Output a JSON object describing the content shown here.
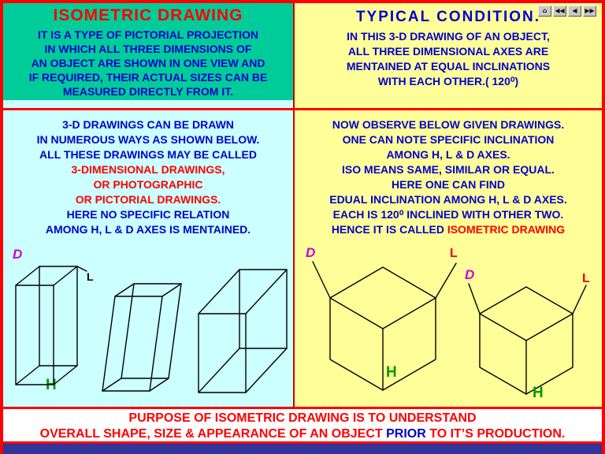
{
  "colors": {
    "slide_border": "#FF0000",
    "green_panel": "#00CC99",
    "yellow_panel": "#FFFF99",
    "cyan_panel": "#CCFFFF",
    "title_red": "#FF0000",
    "body_blue": "#0000CC",
    "label_magenta": "#CC00CC",
    "label_green": "#009900",
    "label_red": "#FF0000",
    "bottom_bar_blue": "#333399"
  },
  "nav": {
    "buttons": [
      {
        "name": "home",
        "glyph": "⌂"
      },
      {
        "name": "first",
        "glyph": "◀◀"
      },
      {
        "name": "previous",
        "glyph": "◀"
      },
      {
        "name": "next",
        "glyph": "▶▶"
      }
    ]
  },
  "top_left": {
    "title": "ISOMETRIC DRAWING",
    "lines": [
      "IT IS A TYPE OF PICTORIAL PROJECTION",
      "IN WHICH ALL THREE DIMENSIONS OF",
      "AN OBJECT ARE SHOWN IN ONE VIEW AND",
      "IF REQUIRED, THEIR ACTUAL SIZES CAN BE",
      "MEASURED DIRECTLY FROM IT."
    ]
  },
  "top_right": {
    "title": "TYPICAL CONDITION.",
    "lines": [
      "IN THIS  3-D DRAWING OF AN OBJECT,",
      "ALL THREE DIMENSIONAL AXES ARE",
      "MENTAINED AT EQUAL INCLINATIONS",
      "WITH EACH OTHER.( 120⁰)"
    ]
  },
  "mid_left": {
    "lines": [
      "3-D DRAWINGS CAN BE DRAWN",
      "IN NUMEROUS WAYS AS SHOWN BELOW.",
      "ALL THESE DRAWINGS MAY BE CALLED",
      "3-DIMENSIONAL DRAWINGS,",
      "OR PHOTOGRAPHIC",
      "OR PICTORIAL DRAWINGS.",
      "HERE NO SPECIFIC RELATION",
      "AMONG H, L & D  AXES IS MENTAINED."
    ],
    "labels": {
      "d": "D",
      "l": "L",
      "h": "H"
    }
  },
  "mid_right": {
    "lines": [
      "NOW OBSERVE BELOW GIVEN DRAWINGS.",
      "ONE CAN NOTE SPECIFIC INCLINATION",
      "AMONG H, L & D AXES.",
      "ISO MEANS SAME, SIMILAR OR EQUAL.",
      "HERE ONE CAN FIND",
      "EDUAL  INCLINATION AMONG H, L & D AXES.",
      "EACH IS 120⁰ INCLINED WITH OTHER TWO."
    ],
    "hence_prefix": "HENCE IT IS CALLED ",
    "hence_red": "ISOMETRIC DRAWING",
    "cube1": {
      "d": "D",
      "l": "L",
      "h": "H"
    },
    "cube2": {
      "d": "D",
      "l": "L",
      "h": "H"
    }
  },
  "footer": {
    "line1": "PURPOSE OF ISOMETRIC DRAWING IS TO UNDERSTAND",
    "line2_pre": "OVERALL SHAPE, SIZE & APPEARANCE OF AN OBJECT ",
    "line2_blue": "PRIOR",
    "line2_post": " TO IT’S PRODUCTION."
  }
}
